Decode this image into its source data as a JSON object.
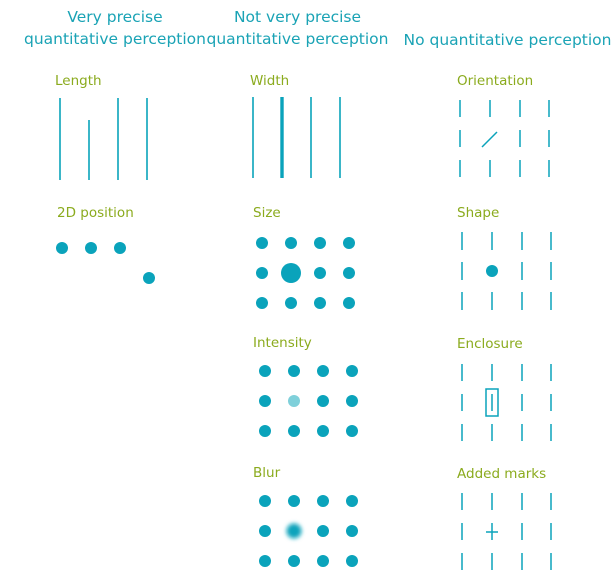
{
  "headings": {
    "col1": "Very precise quantitative perception",
    "col2": "Not very precise quantitative perception",
    "col3": "No quantitative perception"
  },
  "labels": {
    "length": "Length",
    "position": "2D position",
    "width": "Width",
    "size": "Size",
    "intensity": "Intensity",
    "blur": "Blur",
    "orientation": "Orientation",
    "shape": "Shape",
    "enclosure": "Enclosure",
    "added_marks": "Added marks"
  },
  "colors": {
    "mark": "#0aa3bb",
    "mark_light": "#7fd0da",
    "heading": "#1aa3b5",
    "label": "#8bab1e"
  }
}
